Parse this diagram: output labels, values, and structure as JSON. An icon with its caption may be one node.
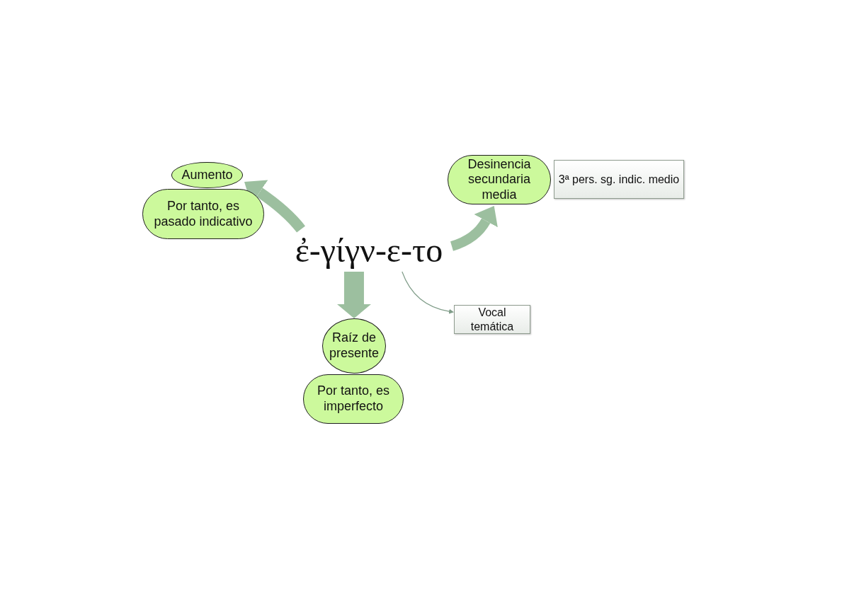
{
  "diagram": {
    "nodes": [
      {
        "text": [
          "ἐ-γίγν-ε-το"
        ]
      },
      {
        "text": [
          "Aumento"
        ]
      },
      {
        "text": [
          "Por tanto, es pasado indicativo"
        ]
      },
      {
        "text": [
          "Desinencia secundaria media"
        ]
      },
      {
        "text": [
          "3ª pers. sg. indic. medio"
        ]
      },
      {
        "text": [
          "Raíz de presente"
        ]
      },
      {
        "text": [
          "Por tanto, es imperfecto"
        ]
      },
      {
        "text": [
          "Vocal temática"
        ]
      }
    ],
    "edges": [
      {
        "from": 0,
        "to": 1,
        "arrow": "to"
      },
      {
        "from": 0,
        "to": 3,
        "arrow": "to"
      },
      {
        "from": 0,
        "to": 5,
        "arrow": "to",
        "style": "thick"
      },
      {
        "from": 0,
        "to": 7,
        "arrow": "to",
        "color": "#7f9c88"
      }
    ]
  }
}
